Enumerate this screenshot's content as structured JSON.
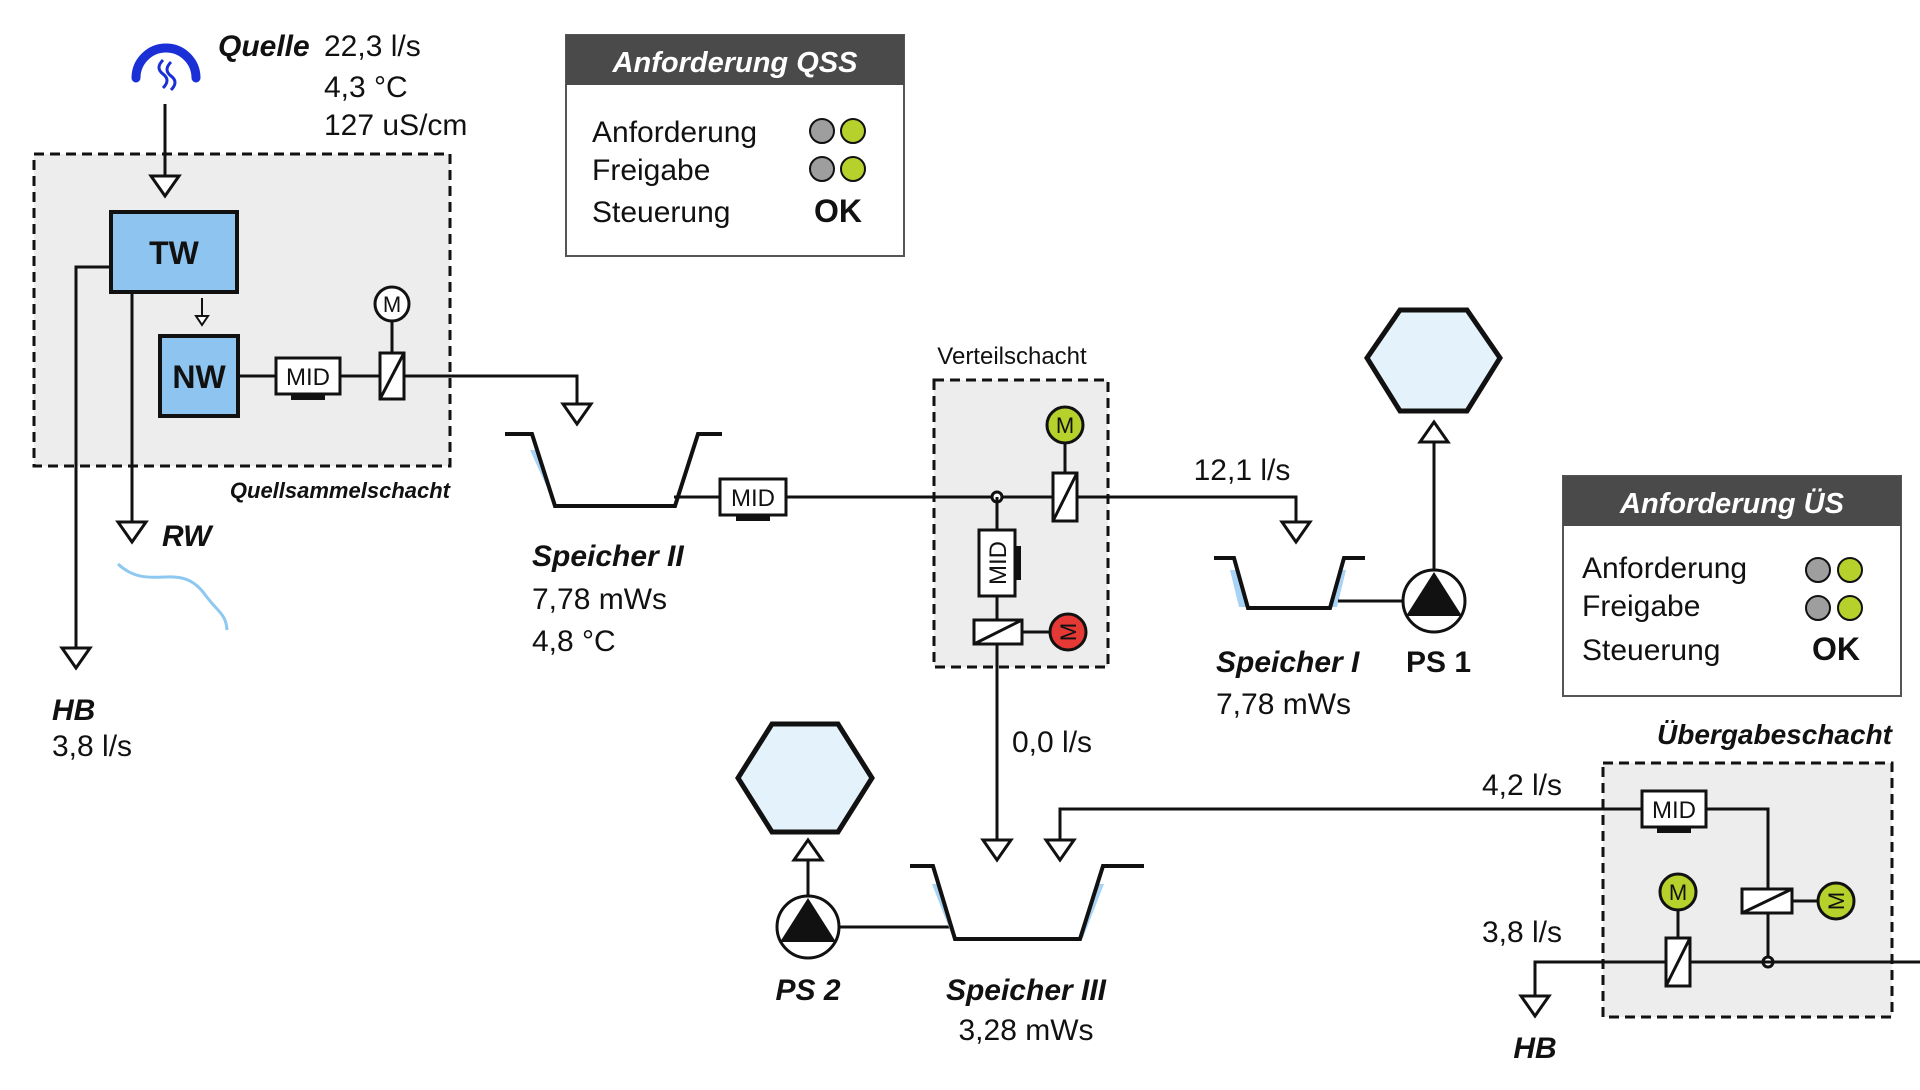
{
  "colors": {
    "water": "#a9d3f5",
    "treatment_box": "#8ec5f0",
    "reservoir": "#e4f2fb",
    "shaft": "#ededed",
    "status_grey": "#9e9e9e",
    "status_green": "#b6d12b",
    "motor_green": "#b6d12b",
    "motor_red": "#e53935",
    "source_icon": "#1a2fd6",
    "river": "#8cc8f0",
    "panel_header": "#4a4a4a"
  },
  "source": {
    "icon": "water-source-icon",
    "label": "Quelle",
    "flow": "22,3 l/s",
    "temperature": "4,3 °C",
    "conductivity": "127 uS/cm"
  },
  "quellsammelschacht": {
    "label": "Quellsammelschacht",
    "tw": "TW",
    "nw": "NW",
    "mid": "MID",
    "motor": "M"
  },
  "rw": {
    "label": "RW"
  },
  "hb_left": {
    "label": "HB",
    "flow": "3,8 l/s"
  },
  "panel_qss": {
    "title": "Anforderung QSS",
    "rows": [
      {
        "label": "Anforderung",
        "status": [
          "grey",
          "green"
        ]
      },
      {
        "label": "Freigabe",
        "status": [
          "grey",
          "green"
        ]
      }
    ],
    "steuerung_label": "Steuerung",
    "steuerung_value": "OK"
  },
  "panel_us": {
    "title": "Anforderung ÜS",
    "rows": [
      {
        "label": "Anforderung",
        "status": [
          "grey",
          "green"
        ]
      },
      {
        "label": "Freigabe",
        "status": [
          "grey",
          "green"
        ]
      }
    ],
    "steuerung_label": "Steuerung",
    "steuerung_value": "OK"
  },
  "speicher_2": {
    "name": "Speicher II",
    "level": "7,78 mWs",
    "temperature": "4,8 °C",
    "mid": "MID"
  },
  "verteilschacht": {
    "label": "Verteilschacht",
    "motor_top": "M",
    "motor_top_state": "green",
    "motor_bottom": "M",
    "motor_bottom_state": "red",
    "mid": "MID"
  },
  "flow_to_speicher_1": "12,1 l/s",
  "flow_to_speicher_3": "0,0 l/s",
  "speicher_1": {
    "name": "Speicher I",
    "level": "7,78 mWs"
  },
  "ps1": {
    "label": "PS 1"
  },
  "ps2": {
    "label": "PS 2"
  },
  "speicher_3": {
    "name": "Speicher III",
    "level": "3,28 mWs"
  },
  "uebergabeschacht": {
    "label": "Übergabeschacht",
    "flow_in": "4,2 l/s",
    "flow_out": "3,8 l/s",
    "mid": "MID",
    "motor_left": "M",
    "motor_right": "M",
    "hb_label": "HB"
  }
}
